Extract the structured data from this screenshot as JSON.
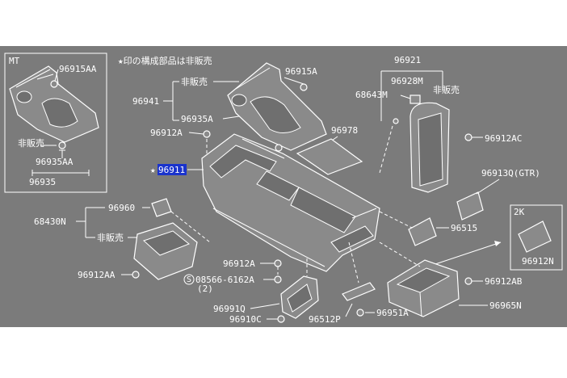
{
  "note": "★印の構成部品は非販売",
  "insets": {
    "mt": {
      "title": "MT",
      "part_a": "96915AA",
      "nonsale": "非販売",
      "part_b": "96935AA",
      "part_c": "96935"
    },
    "twok": {
      "title": "2K",
      "part": "96912N"
    }
  },
  "labels": {
    "p96915A": "96915A",
    "nonsale_top": "非販売",
    "p96941": "96941",
    "p96935A": "96935A",
    "p96912A_top": "96912A",
    "star": "★",
    "p96911": "96911",
    "p96978": "96978",
    "p96921": "96921",
    "p96928M": "96928M",
    "nonsale_right": "非販売",
    "p68643M": "68643M",
    "p96912AC": "96912AC",
    "p96913Q": "96913Q(GTR)",
    "p96515": "96515",
    "p96960": "96960",
    "p68430N": "68430N",
    "nonsale_left": "非販売",
    "p96912AA": "96912AA",
    "p96912A_mid": "96912A",
    "p08566": "08566-6162A",
    "p08566_qty": "(2)",
    "p96991Q": "96991Q",
    "p96910C": "96910C",
    "p96512P": "96512P",
    "p96951A": "96951A",
    "p96912AB": "96912AB",
    "p96965N": "96965N"
  },
  "colors": {
    "background": "#7b7b7b",
    "line": "#ffffff",
    "highlight": "#1a33cc"
  }
}
